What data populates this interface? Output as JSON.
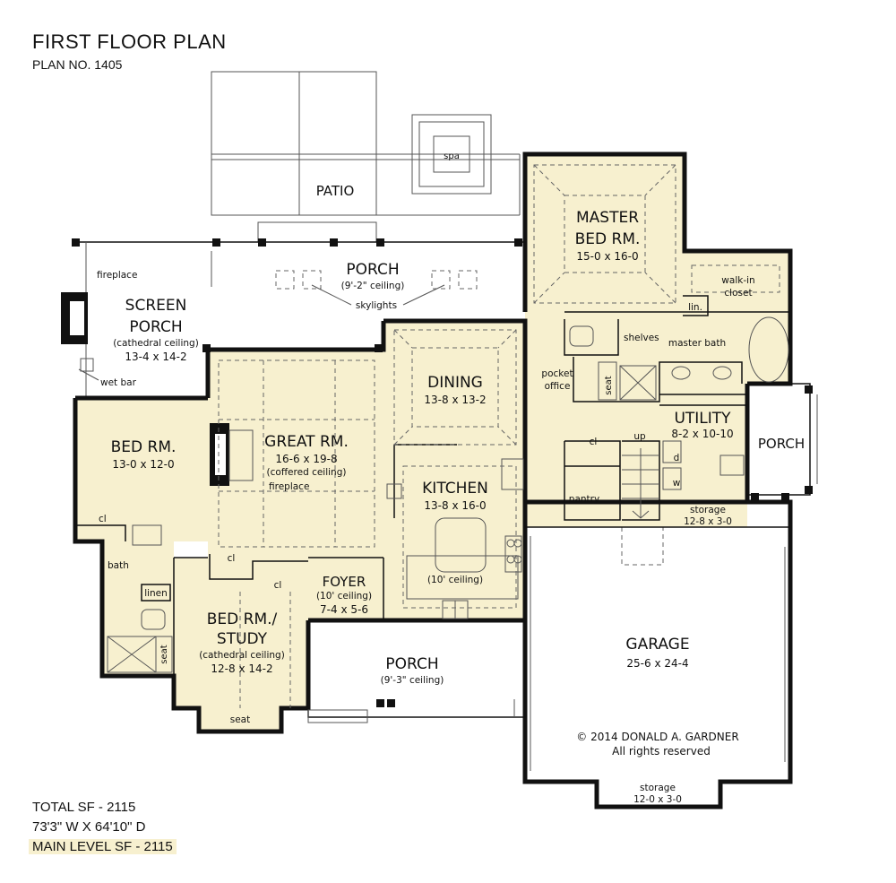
{
  "header": {
    "title": "FIRST FLOOR PLAN",
    "plan_no": "PLAN NO. 1405"
  },
  "stats": {
    "total_sf": "TOTAL SF - 2115",
    "dimensions": "73'3\" W X 64'10\" D",
    "main_level_sf": "MAIN LEVEL SF - 2115"
  },
  "colors": {
    "room_fill": "#f7f0cf",
    "wall": "#111111"
  },
  "rooms": {
    "patio": {
      "name": "PATIO"
    },
    "spa": {
      "name": "spa"
    },
    "rear_porch": {
      "name": "PORCH",
      "note": "(9'-2\" ceiling)"
    },
    "skylights": "skylights",
    "screen_porch": {
      "name1": "SCREEN",
      "name2": "PORCH",
      "note": "(cathedral ceiling)",
      "dims": "13-4 x 14-2"
    },
    "fireplace_screen": "fireplace",
    "wet_bar": "wet bar",
    "master": {
      "name1": "MASTER",
      "name2": "BED RM.",
      "dims": "15-0 x 16-0"
    },
    "walk_in": {
      "line1": "walk-in",
      "line2": "closet"
    },
    "lin": "lin.",
    "shelves": "shelves",
    "master_bath": "master bath",
    "pocket_office": {
      "line1": "pocket",
      "line2": "office"
    },
    "seat_master": "seat",
    "dining": {
      "name": "DINING",
      "dims": "13-8 x 13-2"
    },
    "great": {
      "name": "GREAT RM.",
      "dims": "16-6 x 19-8",
      "note": "(coffered ceiling)"
    },
    "fireplace_great": "fireplace",
    "bed": {
      "name": "BED RM.",
      "dims": "13-0 x 12-0"
    },
    "cl_bed": "cl",
    "kitchen": {
      "name": "KITCHEN",
      "dims": "13-8 x 16-0",
      "note": "(10' ceiling)"
    },
    "utility": {
      "name": "UTILITY",
      "dims": "8-2 x 10-10"
    },
    "side_porch": {
      "name": "PORCH"
    },
    "cl_stair": "cl",
    "up": "up",
    "pantry": "pantry",
    "d": "d",
    "w": "w",
    "storage_utility": {
      "line1": "storage",
      "line2": "12-8 x 3-0"
    },
    "bath": "bath",
    "linen": "linen",
    "seat_bath": "seat",
    "cl_study": "cl",
    "cl_foyer": "cl",
    "foyer": {
      "name": "FOYER",
      "note": "(10' ceiling)",
      "dims": "7-4 x 5-6"
    },
    "study": {
      "name1": "BED RM./",
      "name2": "STUDY",
      "note": "(cathedral ceiling)",
      "dims": "12-8 x 14-2"
    },
    "seat_study": "seat",
    "front_porch": {
      "name": "PORCH",
      "note": "(9'-3\" ceiling)"
    },
    "garage": {
      "name": "GARAGE",
      "dims": "25-6 x 24-4"
    },
    "copyright": "© 2014 DONALD A. GARDNER",
    "rights": "All rights reserved",
    "storage_garage": {
      "line1": "storage",
      "line2": "12-0 x 3-0"
    }
  }
}
